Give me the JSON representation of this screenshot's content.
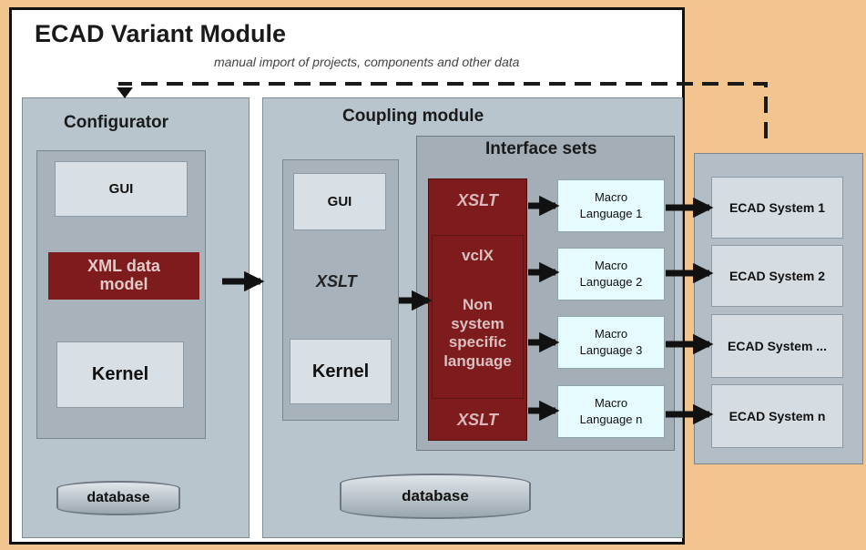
{
  "title": "ECAD Variant Module",
  "subtitle": "manual import of projects, components and other data",
  "configurator": {
    "heading": "Configurator",
    "gui": "GUI",
    "xml_line1": "XML data",
    "xml_line2": "model",
    "kernel": "Kernel",
    "database": "database"
  },
  "coupling": {
    "heading": "Coupling module",
    "gui": "GUI",
    "xslt": "XSLT",
    "kernel": "Kernel",
    "database": "database"
  },
  "interface_sets": {
    "heading": "Interface sets",
    "xslt_top": "XSLT",
    "vclx": "vclX",
    "non_system_lines": [
      "Non",
      "system",
      "specific",
      "language"
    ],
    "xslt_bottom": "XSLT"
  },
  "macros": [
    {
      "line1": "Macro",
      "line2": "Language 1"
    },
    {
      "line1": "Macro",
      "line2": "Language 2"
    },
    {
      "line1": "Macro",
      "line2": "Language 3"
    },
    {
      "line1": "Macro",
      "line2": "Language n"
    }
  ],
  "ecad_systems": [
    "ECAD System 1",
    "ECAD System 2",
    "ECAD System ...",
    "ECAD System n"
  ],
  "colors": {
    "background": "#f2c58e",
    "panel": "#b9c5cd",
    "dark_red": "#7d1b1d",
    "macro_fill": "#e5fbfd"
  }
}
